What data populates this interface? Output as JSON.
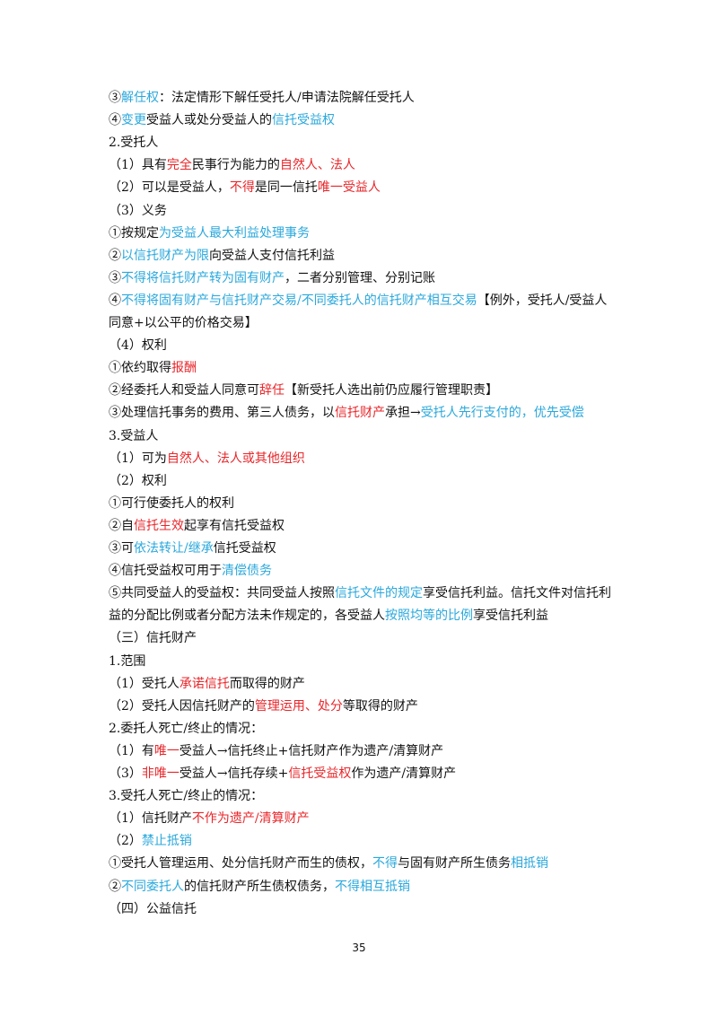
{
  "colors": {
    "red": "#e8262a",
    "blue": "#2aa8dc",
    "text": "#111111"
  },
  "lines": [
    [
      [
        "k",
        "③"
      ],
      [
        "b",
        "解任权"
      ],
      [
        "k",
        "：法定情形下解任受托人/申请法院解任受托人"
      ]
    ],
    [
      [
        "k",
        "④"
      ],
      [
        "b",
        "变更"
      ],
      [
        "k",
        "受益人或处分受益人的"
      ],
      [
        "b",
        "信托受益权"
      ]
    ],
    [
      [
        "k",
        "2.受托人"
      ]
    ],
    [
      [
        "k",
        "（1）具有"
      ],
      [
        "r",
        "完全"
      ],
      [
        "k",
        "民事行为能力的"
      ],
      [
        "r",
        "自然人、法人"
      ]
    ],
    [
      [
        "k",
        "（2）可以是受益人，"
      ],
      [
        "r",
        "不得"
      ],
      [
        "k",
        "是同一信托"
      ],
      [
        "r",
        "唯一受益人"
      ]
    ],
    [
      [
        "k",
        "（3）义务"
      ]
    ],
    [
      [
        "k",
        "①按规定"
      ],
      [
        "b",
        "为受益人最大利益处理事务"
      ]
    ],
    [
      [
        "k",
        "②"
      ],
      [
        "b",
        "以信托财产为限"
      ],
      [
        "k",
        "向受益人支付信托利益"
      ]
    ],
    [
      [
        "k",
        "③"
      ],
      [
        "b",
        "不得将信托财产转为固有财产"
      ],
      [
        "k",
        "，二者分别管理、分别记账"
      ]
    ],
    [
      [
        "k",
        "④"
      ],
      [
        "b",
        "不得将固有财产与信托财产交易/不同委托人的信托财产相互交易"
      ],
      [
        "k",
        "【例外，受托人/受益人"
      ]
    ],
    [
      [
        "k",
        "同意+以公平的价格交易】"
      ]
    ],
    [
      [
        "k",
        "（4）权利"
      ]
    ],
    [
      [
        "k",
        "①依约取得"
      ],
      [
        "r",
        "报酬"
      ]
    ],
    [
      [
        "k",
        "②经委托人和受益人同意可"
      ],
      [
        "r",
        "辞任"
      ],
      [
        "k",
        "【新受托人选出前仍应履行管理职责】"
      ]
    ],
    [
      [
        "k",
        "③处理信托事务的费用、第三人债务，以"
      ],
      [
        "r",
        "信托财产"
      ],
      [
        "k",
        "承担→"
      ],
      [
        "b",
        "受托人先行支付的，优先受偿"
      ]
    ],
    [
      [
        "k",
        "3.受益人"
      ]
    ],
    [
      [
        "k",
        "（1）可为"
      ],
      [
        "r",
        "自然人、法人或其他组织"
      ]
    ],
    [
      [
        "k",
        "（2）权利"
      ]
    ],
    [
      [
        "k",
        "①可行使委托人的权利"
      ]
    ],
    [
      [
        "k",
        "②自"
      ],
      [
        "r",
        "信托生效"
      ],
      [
        "k",
        "起享有信托受益权"
      ]
    ],
    [
      [
        "k",
        "③可"
      ],
      [
        "b",
        "依法转让/继承"
      ],
      [
        "k",
        "信托受益权"
      ]
    ],
    [
      [
        "k",
        "④信托受益权可用于"
      ],
      [
        "b",
        "清偿债务"
      ]
    ],
    [
      [
        "k",
        "⑤共同受益人的受益权：共同受益人按照"
      ],
      [
        "b",
        "信托文件的规定"
      ],
      [
        "k",
        "享受信托利益。信托文件对信托利"
      ]
    ],
    [
      [
        "k",
        "益的分配比例或者分配方法未作规定的，各受益人"
      ],
      [
        "b",
        "按照均等的比例"
      ],
      [
        "k",
        "享受信托利益"
      ]
    ],
    [
      [
        "k",
        "（三）信托财产"
      ]
    ],
    [
      [
        "k",
        "1.范围"
      ]
    ],
    [
      [
        "k",
        "（1）受托人"
      ],
      [
        "r",
        "承诺信托"
      ],
      [
        "k",
        "而取得的财产"
      ]
    ],
    [
      [
        "k",
        "（2）受托人因信托财产的"
      ],
      [
        "r",
        "管理运用、处分"
      ],
      [
        "k",
        "等取得的财产"
      ]
    ],
    [
      [
        "k",
        "2.委托人死亡/终止的情况："
      ]
    ],
    [
      [
        "k",
        "（1）有"
      ],
      [
        "r",
        "唯一"
      ],
      [
        "k",
        "受益人→信托终止+信托财产作为遗产/清算财产"
      ]
    ],
    [
      [
        "k",
        "（3）"
      ],
      [
        "r",
        "非唯一"
      ],
      [
        "k",
        "受益人→信托存续+"
      ],
      [
        "r",
        "信托受益权"
      ],
      [
        "k",
        "作为遗产/清算财产"
      ]
    ],
    [
      [
        "k",
        "3.受托人死亡/终止的情况："
      ]
    ],
    [
      [
        "k",
        "（1）信托财产"
      ],
      [
        "r",
        "不作为遗产/清算财产"
      ]
    ],
    [
      [
        "k",
        "（2）"
      ],
      [
        "b",
        "禁止抵销"
      ]
    ],
    [
      [
        "k",
        "①受托人管理运用、处分信托财产而生的债权，"
      ],
      [
        "b",
        "不得"
      ],
      [
        "k",
        "与固有财产所生债务"
      ],
      [
        "b",
        "相抵销"
      ]
    ],
    [
      [
        "k",
        "②"
      ],
      [
        "b",
        "不同委托人"
      ],
      [
        "k",
        "的信托财产所生债权债务，"
      ],
      [
        "b",
        "不得相互抵销"
      ]
    ],
    [
      [
        "k",
        "（四）公益信托"
      ]
    ]
  ],
  "page_number": "35"
}
